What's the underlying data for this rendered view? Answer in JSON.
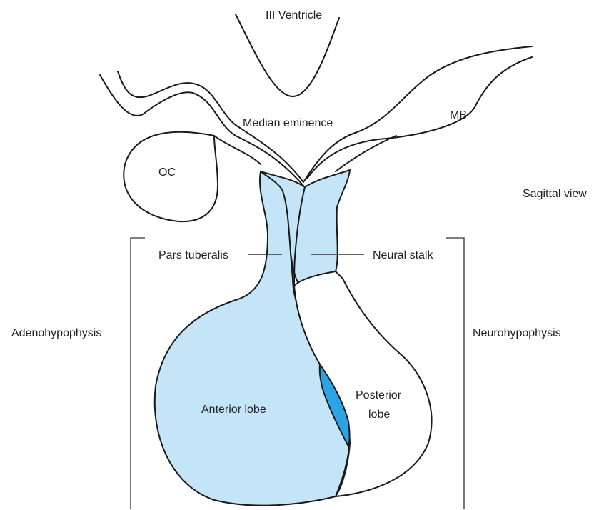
{
  "labels": {
    "third_ventricle": "III Ventricle",
    "median_eminence": "Median eminence",
    "mb": "MB",
    "oc": "OC",
    "sagittal_view": "Sagittal view",
    "pars_tuberalis": "Pars tuberalis",
    "neural_stalk": "Neural stalk",
    "adenohypophysis": "Adenohypophysis",
    "neurohypophysis": "Neurohypophysis",
    "anterior_lobe": "Anterior lobe",
    "posterior_lobe_line1": "Posterior",
    "posterior_lobe_line2": "lobe"
  },
  "colors": {
    "adenohypophysis_fill": "#c4e4f8",
    "intermediate_fill": "#2aa4e4",
    "outline": "#1a1a1a"
  }
}
